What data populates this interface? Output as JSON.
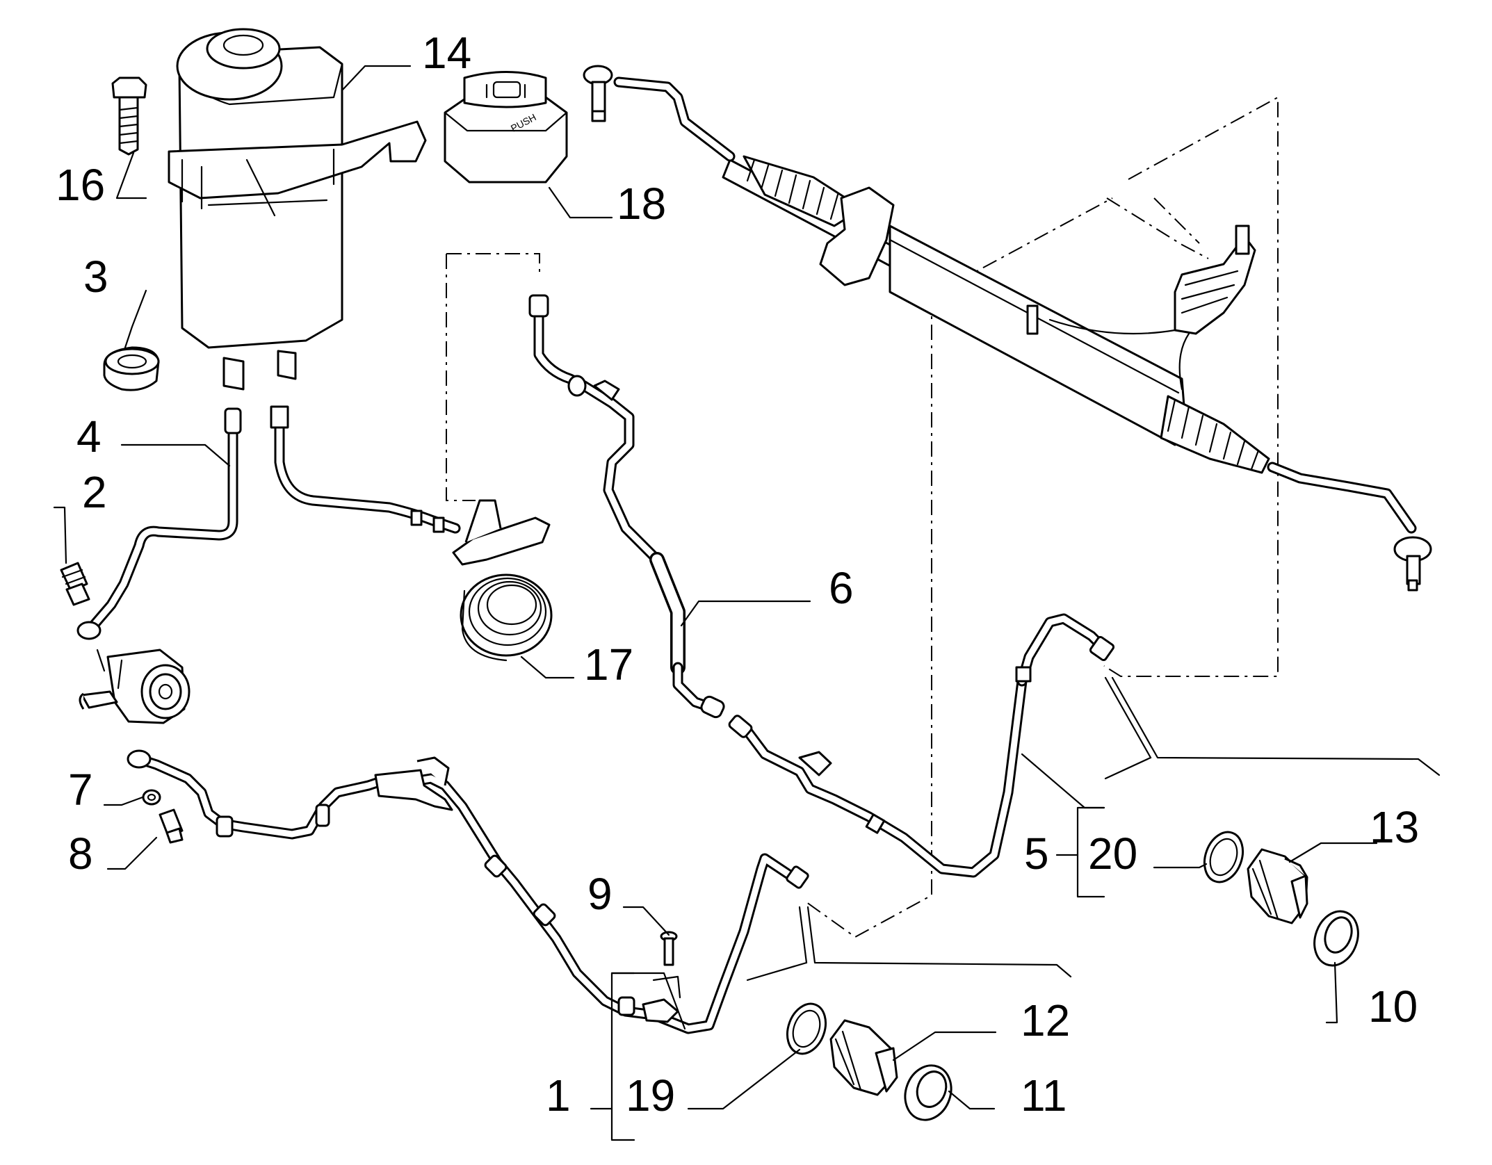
{
  "callouts": {
    "c1": "1",
    "c2": "2",
    "c3": "3",
    "c4": "4",
    "c5": "5",
    "c6": "6",
    "c7": "7",
    "c8": "8",
    "c9": "9",
    "c10": "10",
    "c11": "11",
    "c12": "12",
    "c13": "13",
    "c14": "14",
    "c16": "16",
    "c17": "17",
    "c18": "18",
    "c19": "19",
    "c20": "20"
  },
  "parts": {
    "cap_18": {
      "label": "PUSH"
    }
  },
  "icons": {
    "reservoir": "fluid-reservoir-icon",
    "pump": "power-steering-pump-icon",
    "rack": "steering-rack-icon",
    "cooler": "coiled-cooler-icon"
  }
}
